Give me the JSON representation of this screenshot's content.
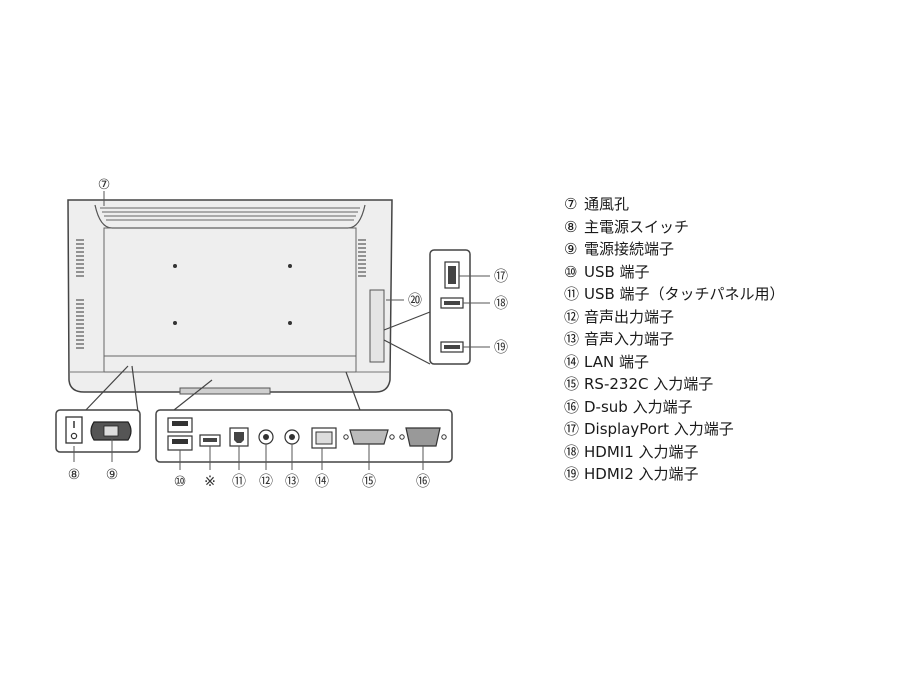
{
  "callouts": {
    "c7": "⑦",
    "c8": "⑧",
    "c9": "⑨",
    "c10": "⑩",
    "c_note": "※",
    "c11": "⑪",
    "c12": "⑫",
    "c13": "⑬",
    "c14": "⑭",
    "c15": "⑮",
    "c16": "⑯",
    "c17": "⑰",
    "c18": "⑱",
    "c19": "⑲",
    "c20": "⑳"
  },
  "legend": [
    {
      "num": "⑦",
      "label": "通風孔"
    },
    {
      "num": "⑧",
      "label": "主電源スイッチ"
    },
    {
      "num": "⑨",
      "label": "電源接続端子"
    },
    {
      "num": "⑩",
      "label": "USB 端子"
    },
    {
      "num": "⑪",
      "label": "USB 端子（タッチパネル用）"
    },
    {
      "num": "⑫",
      "label": "音声出力端子"
    },
    {
      "num": "⑬",
      "label": "音声入力端子"
    },
    {
      "num": "⑭",
      "label": "LAN 端子"
    },
    {
      "num": "⑮",
      "label": "RS-232C 入力端子"
    },
    {
      "num": "⑯",
      "label": "D-sub 入力端子"
    },
    {
      "num": "⑰",
      "label": "DisplayPort 入力端子"
    },
    {
      "num": "⑱",
      "label": "HDMI1 入力端子"
    },
    {
      "num": "⑲",
      "label": "HDMI2 入力端子"
    }
  ]
}
